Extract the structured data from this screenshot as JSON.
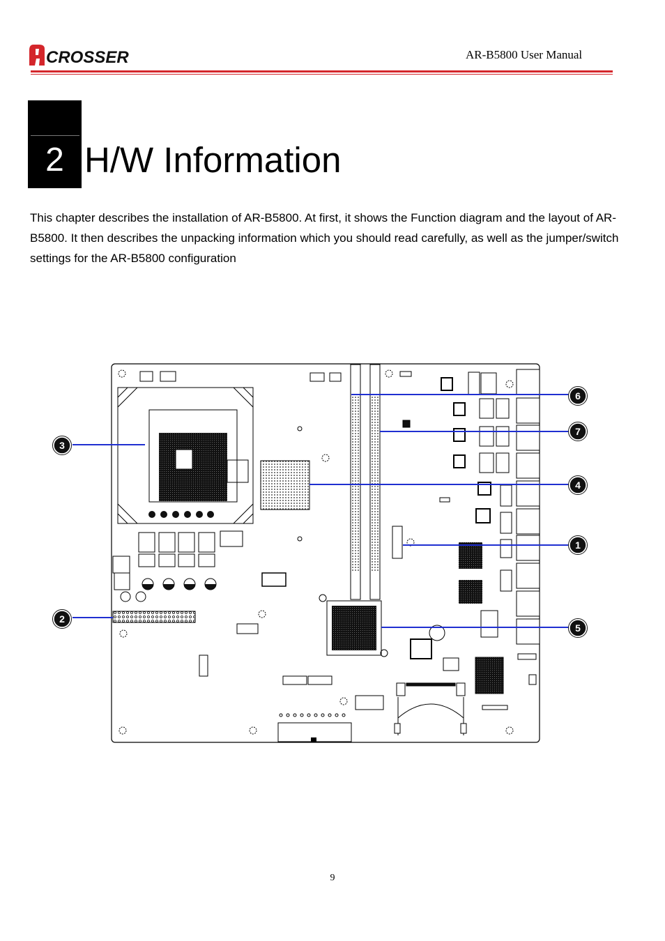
{
  "header": {
    "logo_text": "ACROSSER",
    "logo_colors": {
      "a_mark": "#d4262b",
      "text": "#111111"
    },
    "manual_title": "AR-B5800 User Manual",
    "rule_color": "#d4262b"
  },
  "chapter": {
    "number": "2",
    "title": "H/W Information"
  },
  "intro": {
    "text": "This chapter describes the installation of AR-B5800. At first, it shows the Function diagram and the layout of AR-B5800. It then describes the unpacking information which you should read carefully, as well as the jumper/switch settings for the AR-B5800 configuration"
  },
  "diagram": {
    "callout_color": "#1f2fd1",
    "callouts": [
      {
        "label": "6"
      },
      {
        "label": "7"
      },
      {
        "label": "4"
      },
      {
        "label": "1"
      },
      {
        "label": "5"
      },
      {
        "label": "3"
      },
      {
        "label": "2"
      }
    ]
  },
  "footer": {
    "page_number": "9"
  }
}
